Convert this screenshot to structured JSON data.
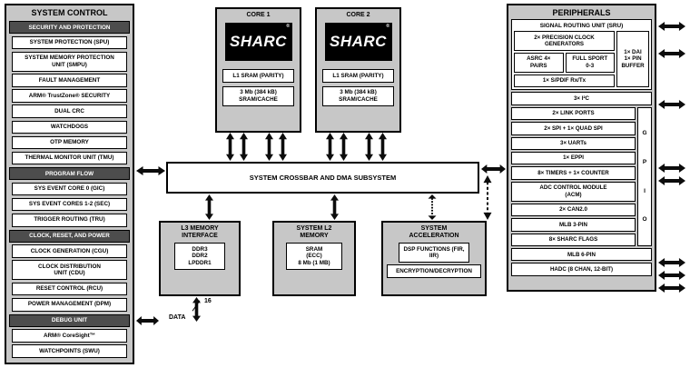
{
  "system_control": {
    "title": "SYSTEM CONTROL",
    "sections": [
      {
        "header": "SECURITY AND PROTECTION",
        "items": [
          "SYSTEM PROTECTION (SPU)",
          "SYSTEM MEMORY PROTECTION UNIT (SMPU)",
          "FAULT MANAGEMENT",
          "ARM® TrustZone® SECURITY",
          "DUAL CRC",
          "WATCHDOGS",
          "OTP MEMORY",
          "THERMAL MONITOR UNIT (TMU)"
        ]
      },
      {
        "header": "PROGRAM FLOW",
        "items": [
          "SYS EVENT CORE 0 (GIC)",
          "SYS EVENT CORES 1-2 (SEC)",
          "TRIGGER ROUTING (TRU)"
        ]
      },
      {
        "header": "CLOCK, RESET, AND POWER",
        "items": [
          "CLOCK GENERATION (CGU)",
          "CLOCK DISTRIBUTION UNIT (CDU)",
          "RESET CONTROL (RCU)",
          "POWER MANAGEMENT (DPM)"
        ]
      },
      {
        "header": "DEBUG UNIT",
        "items": [
          "ARM® CoreSight™",
          "WATCHPOINTS (SWU)"
        ]
      }
    ]
  },
  "cores": {
    "core1_title": "CORE 1",
    "core2_title": "CORE 2",
    "logo": "SHARC",
    "logo_reg": "®",
    "l1_label": "L1 SRAM (PARITY)",
    "mem_line1": "3 Mb (384 kB)",
    "mem_line2": "SRAM/CACHE"
  },
  "crossbar": {
    "label": "SYSTEM CROSSBAR AND DMA SUBSYSTEM"
  },
  "l3_memory": {
    "title": "L3 MEMORY INTERFACE",
    "items": [
      "DDR3",
      "DDR2",
      "LPDDR1"
    ],
    "bus_width": "16",
    "bus_label": "DATA"
  },
  "l2_memory": {
    "title": "SYSTEM L2 MEMORY",
    "lines": [
      "SRAM",
      "(ECC)",
      "8 Mb (1 MB)"
    ]
  },
  "acceleration": {
    "title": "SYSTEM ACCELERATION",
    "items": [
      "DSP FUNCTIONS (FIR, IIR)",
      "ENCRYPTION/DECRYPTION"
    ]
  },
  "peripherals": {
    "title": "PERIPHERALS",
    "sru": {
      "title": "SIGNAL ROUTING UNIT (SRU)",
      "clock_gen": "2× PRECISION CLOCK GENERATORS",
      "asrc": "ASRC 4× PAIRS",
      "sport": "FULL SPORT 0-3",
      "spdif": "1× S/PDIF Rx/Tx",
      "dai_lines": [
        "1× DAI",
        "1× PIN",
        "BUFFER"
      ]
    },
    "i2c": "3× I²C",
    "gpio_items": [
      "2× LINK PORTS",
      "2× SPI + 1× QUAD SPI",
      "3× UARTs",
      "1× EPPI",
      "8× TIMERS + 1× COUNTER",
      "ADC CONTROL MODULE (ACM)",
      "2× CAN2.0",
      "MLB 3-PIN",
      "8× SHARC FLAGS"
    ],
    "gpio_letters": [
      "G",
      "P",
      "I",
      "O"
    ],
    "mlb6": "MLB 6-PIN",
    "hadc": "HADC (8 CHAN, 12-BIT)"
  },
  "colors": {
    "panel_bg": "#c7c7c7",
    "section_header_bg": "#4d4d4d",
    "box_bg": "#ffffff",
    "border": "#000000"
  }
}
